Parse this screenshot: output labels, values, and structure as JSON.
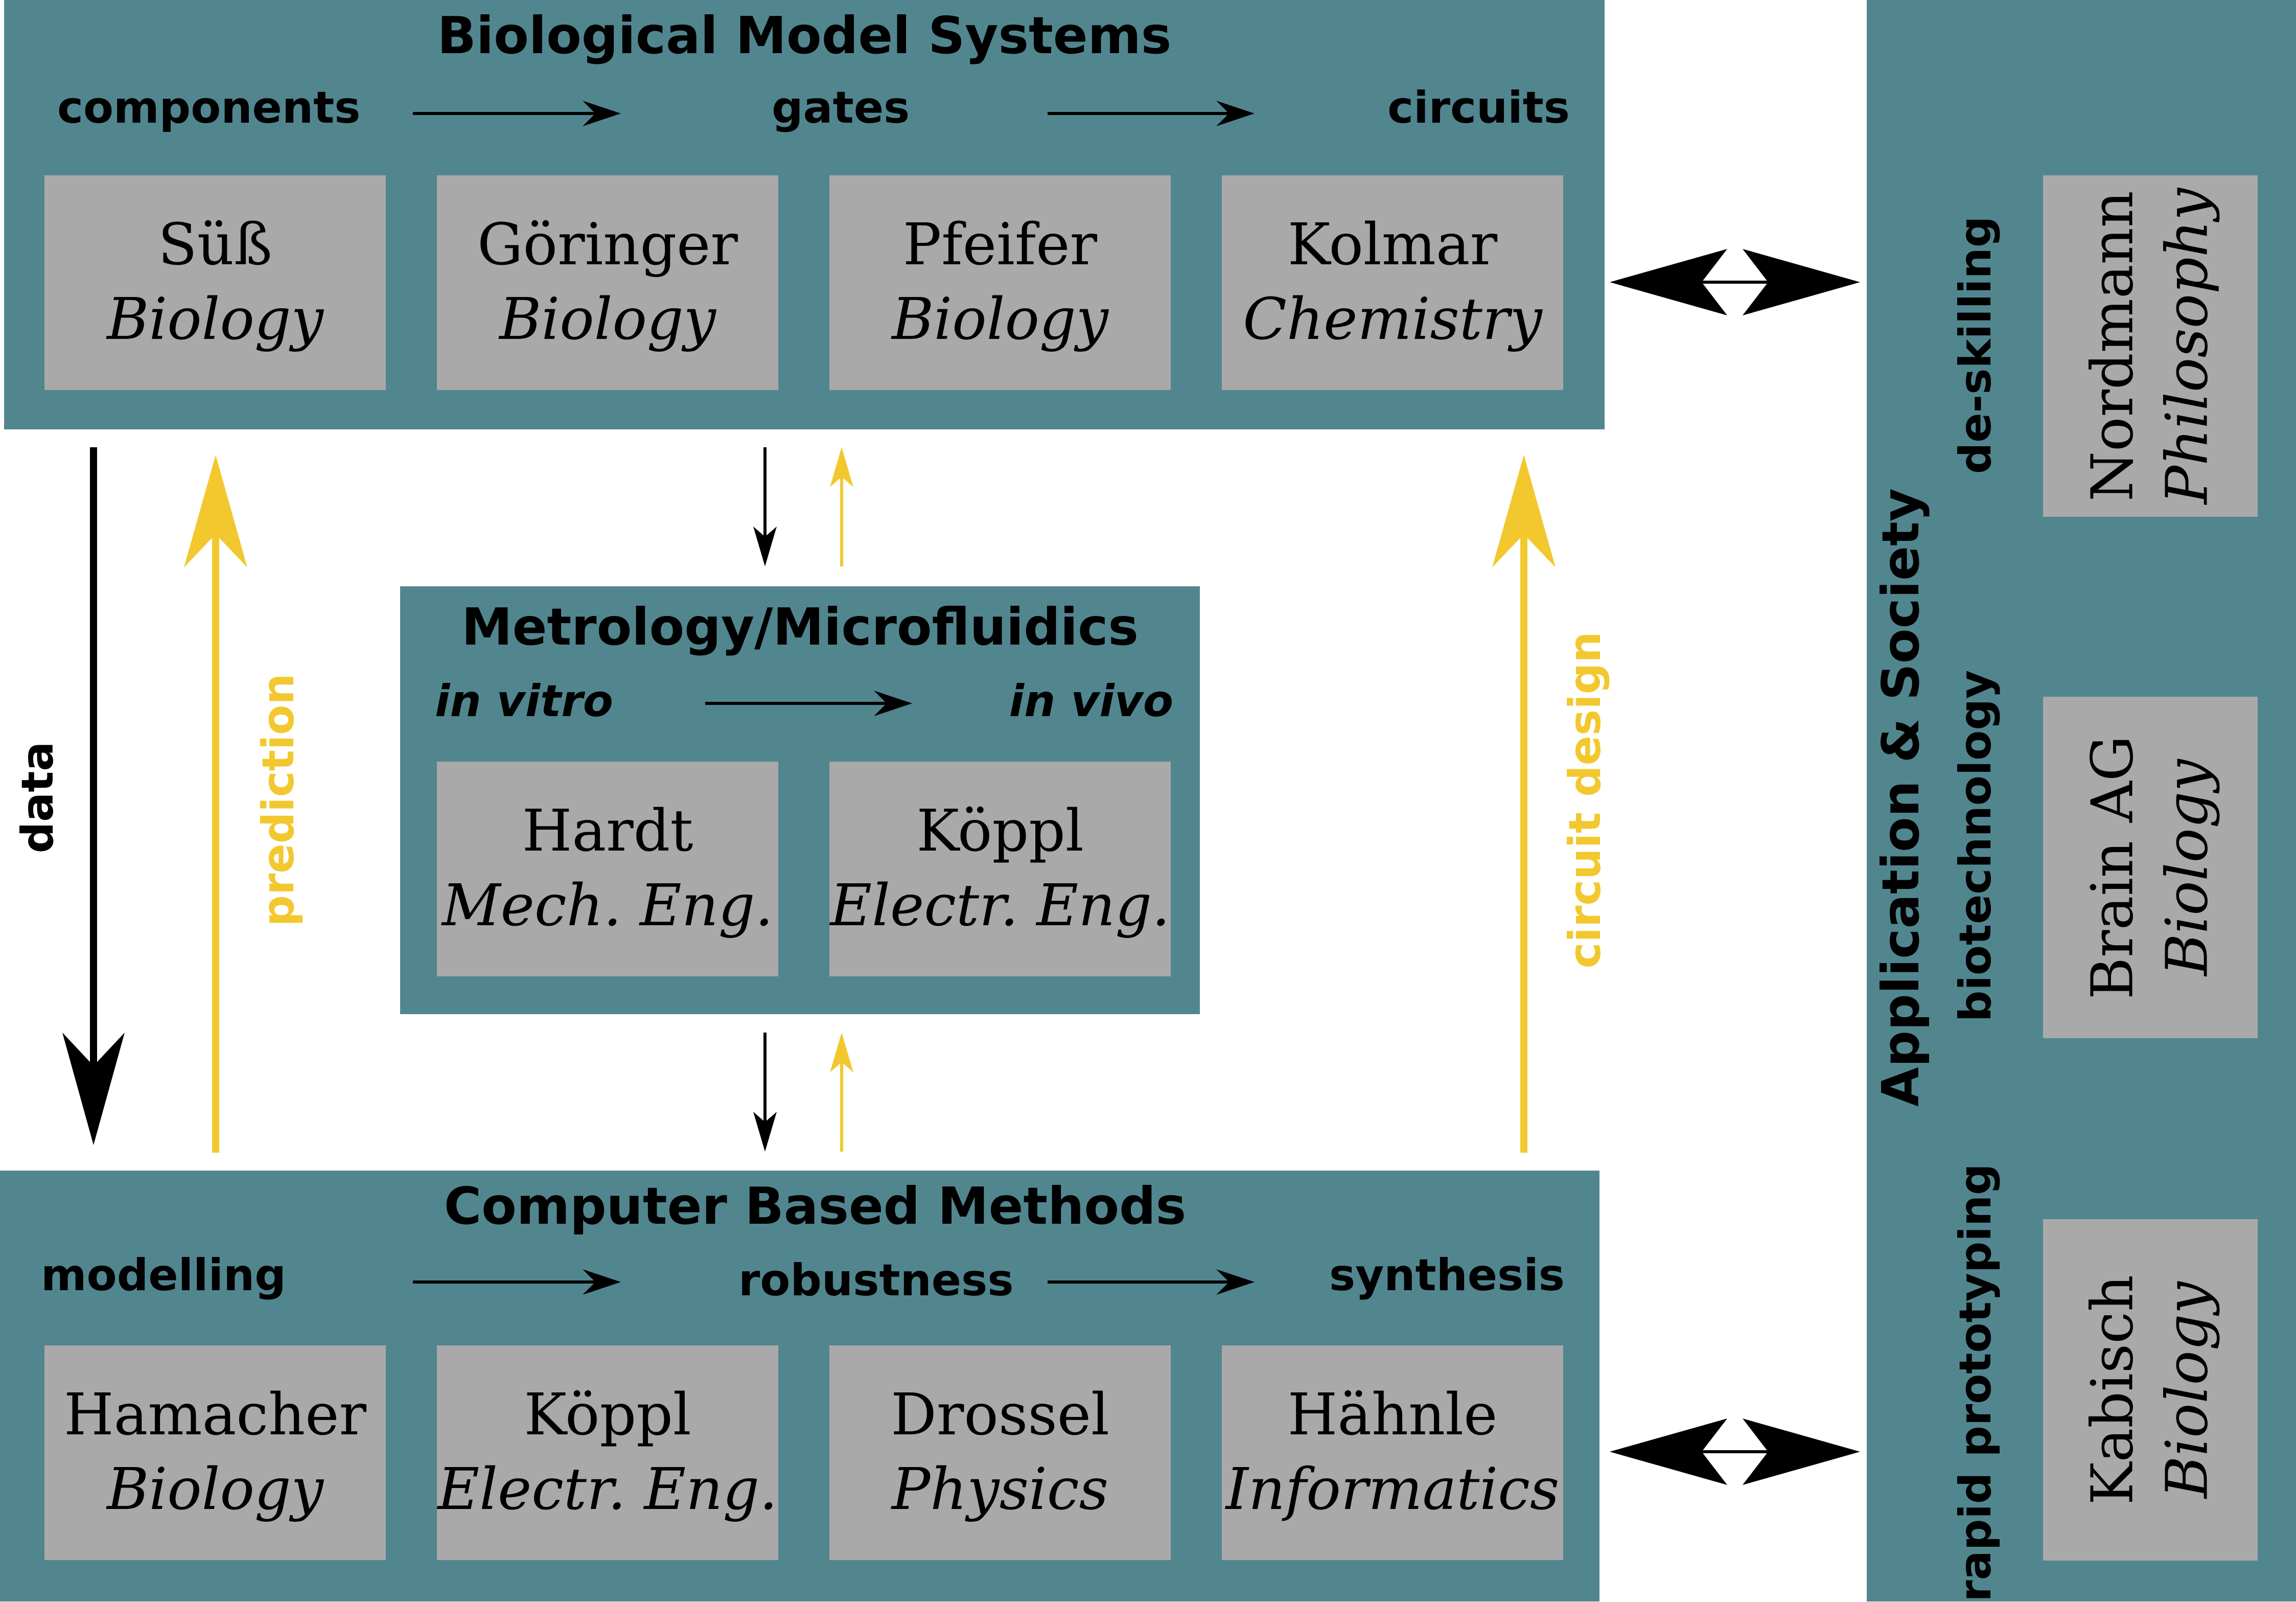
{
  "colors": {
    "panel": "#51868f",
    "card": "#a9a9a9",
    "yellow": "#f2c82e",
    "black": "#000000"
  },
  "bio": {
    "title": "Biological Model Systems",
    "stages": [
      "components",
      "gates",
      "circuits"
    ],
    "cards": [
      {
        "name": "Süß",
        "field": "Biology"
      },
      {
        "name": "Göringer",
        "field": "Biology"
      },
      {
        "name": "Pfeifer",
        "field": "Biology"
      },
      {
        "name": "Kolmar",
        "field": "Chemistry"
      }
    ]
  },
  "metro": {
    "title": "Metrology/Microfluidics",
    "stages": [
      "in vitro",
      "in vivo"
    ],
    "cards": [
      {
        "name": "Hardt",
        "field": "Mech. Eng."
      },
      {
        "name": "Köppl",
        "field": "Electr. Eng."
      }
    ]
  },
  "comp": {
    "title": "Computer Based Methods",
    "stages": [
      "modelling",
      "robustness",
      "synthesis"
    ],
    "cards": [
      {
        "name": "Hamacher",
        "field": "Biology"
      },
      {
        "name": "Köppl",
        "field": "Electr. Eng."
      },
      {
        "name": "Drossel",
        "field": "Physics"
      },
      {
        "name": "Hähnle",
        "field": "Informatics"
      }
    ]
  },
  "app": {
    "title": "Application & Society",
    "topics": [
      "de-skilling",
      "biotechnology",
      "rapid prototyping"
    ],
    "cards": [
      {
        "name": "Nordmann",
        "field": "Philosophy"
      },
      {
        "name": "Brain AG",
        "field": "Biology"
      },
      {
        "name": "Kabisch",
        "field": "Biology"
      }
    ]
  },
  "flows": {
    "data": "data",
    "prediction": "prediction",
    "circuit_design": "circuit design"
  }
}
